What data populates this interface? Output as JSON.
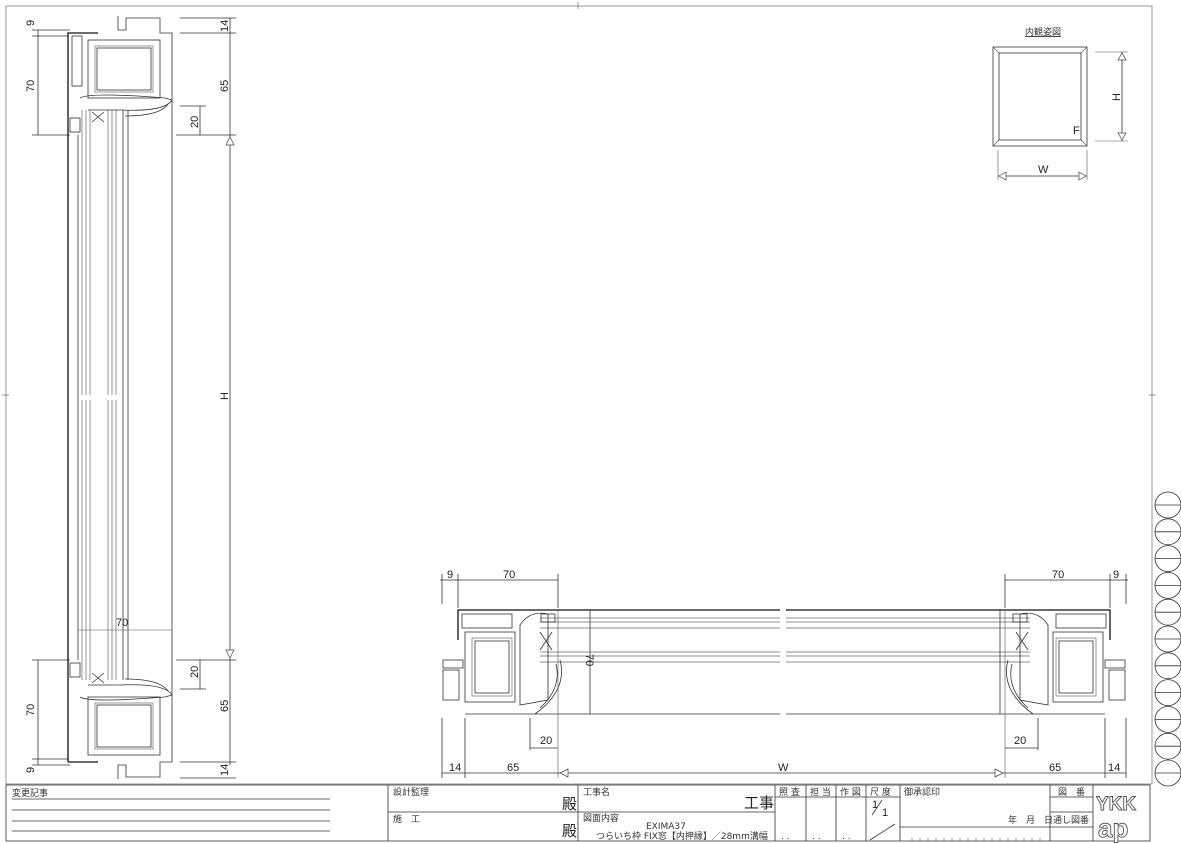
{
  "vertical_section": {
    "dims_left": [
      "9",
      "70",
      "70",
      "9"
    ],
    "dims_right": [
      "14",
      "65",
      "20",
      "20",
      "65",
      "14"
    ],
    "height_label": "H",
    "glass_dim": "70"
  },
  "horizontal_section": {
    "dims_top": [
      "9",
      "70",
      "70",
      "9"
    ],
    "dims_bottom": [
      "14",
      "65",
      "20",
      "20",
      "65",
      "14"
    ],
    "width_label": "W",
    "glass_dim": "70"
  },
  "elevation": {
    "title": "内観姿図",
    "fix_label": "F",
    "height_label": "H",
    "width_label": "W"
  },
  "title_block": {
    "revisions_label": "変更記事",
    "supervision_label": "設計監理",
    "construction_label": "施　工",
    "honorific_1": "殿",
    "honorific_2": "殿",
    "project_name_label": "工事名",
    "project_suffix": "工事",
    "drawing_content_label": "図面内容",
    "product": "EXIMA37",
    "description": "つらいち枠 FIX窓【内押縁】／28mm溝幅",
    "check_label": "照 査",
    "charge_label": "担 当",
    "drawn_label": "作 図",
    "scale_label": "尺 度",
    "scale_num": "1",
    "scale_den": "1",
    "approval_label": "御承認印",
    "date_label": "年　月　日",
    "drawing_no_label": "図　番",
    "serial_no_label": "通し図番",
    "dots": ". ."
  },
  "logo": {
    "top": "YKK",
    "bottom": "ap"
  }
}
